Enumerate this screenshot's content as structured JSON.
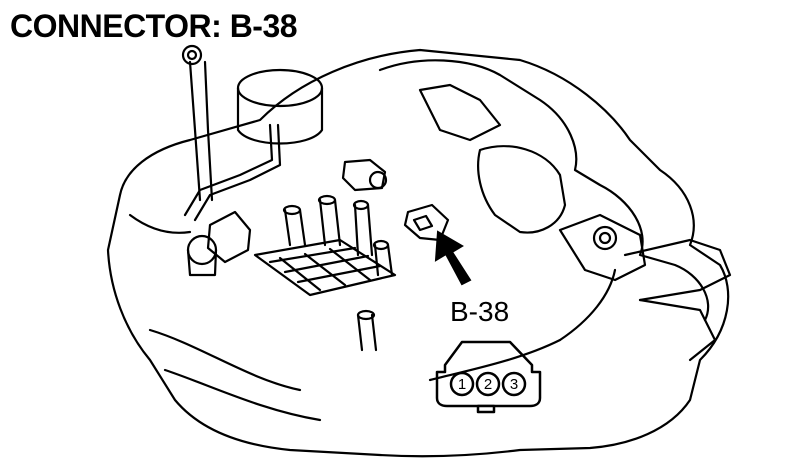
{
  "title": "CONNECTOR: B-38",
  "callout_label": "B-38",
  "connector": {
    "pins": [
      "1",
      "2",
      "3"
    ]
  },
  "colors": {
    "ink": "#000000",
    "paper": "#ffffff"
  }
}
